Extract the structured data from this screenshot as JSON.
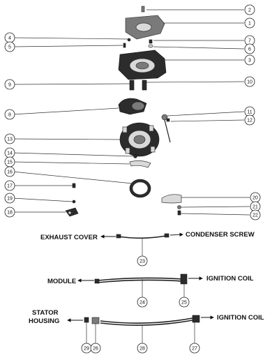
{
  "callouts": [
    "1",
    "2",
    "3",
    "4",
    "5",
    "6",
    "7",
    "8",
    "9",
    "10",
    "11",
    "12",
    "13",
    "14",
    "15",
    "16",
    "17",
    "18",
    "19",
    "20",
    "21",
    "22",
    "23",
    "24",
    "25",
    "26",
    "27",
    "28",
    "29"
  ],
  "wire_labels": {
    "exhaust_cover": "EXHAUST COVER",
    "condenser_screw": "CONDENSER SCREW",
    "module": "MODULE",
    "ignition_coil_1": "IGNITION COIL",
    "stator_housing_line1": "STATOR",
    "stator_housing_line2": "HOUSING",
    "ignition_coil_2": "IGNITION COIL"
  }
}
